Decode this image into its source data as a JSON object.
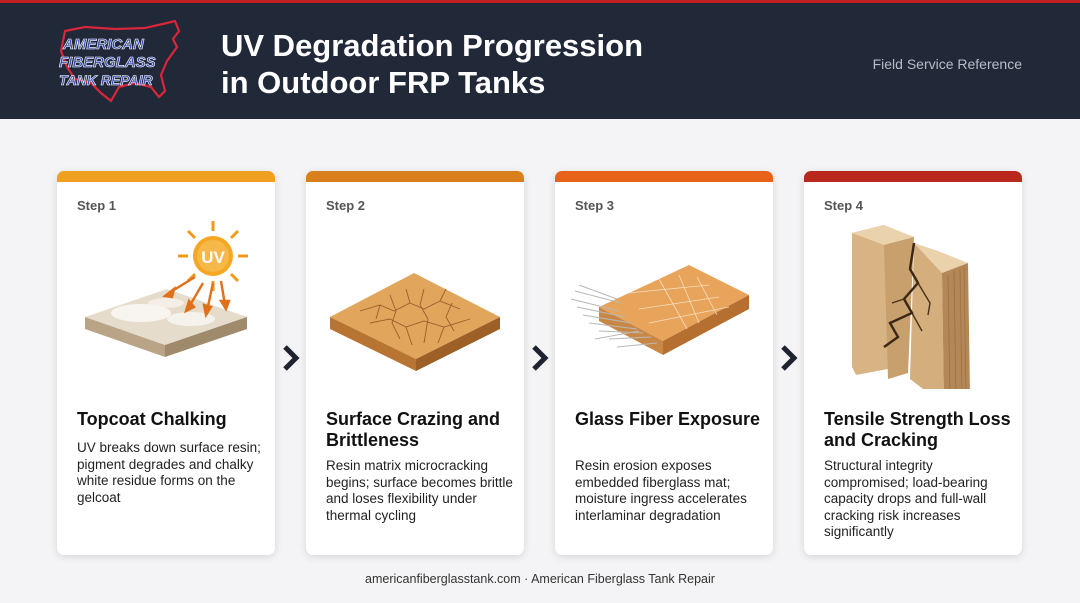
{
  "header": {
    "logo_text": [
      "AMERICAN",
      "FIBERGLASS",
      "TANK REPAIR"
    ],
    "title_line1": "UV Degradation Progression",
    "title_line2": "in Outdoor FRP Tanks",
    "reference": "Field Service Reference"
  },
  "colors": {
    "header_bg": "#212838",
    "accent_red": "#c0201e",
    "step_bars": [
      "#f0a020",
      "#d9801c",
      "#e8631a",
      "#b8281c"
    ]
  },
  "steps": [
    {
      "step": "Step 1",
      "title": "Topcoat Chalking",
      "description": "UV breaks down surface resin; pigment degrades and chalky white residue forms on the gelcoat",
      "illustration": "chalky-panel-with-uv-sun",
      "sun_label": "UV"
    },
    {
      "step": "Step 2",
      "title": "Surface Crazing and Brittleness",
      "description": "Resin matrix microcracking begins; surface becomes brittle and loses flexibility under thermal cycling",
      "illustration": "crazed-panel"
    },
    {
      "step": "Step 3",
      "title": "Glass Fiber Exposure",
      "description": "Resin erosion exposes embedded fiberglass mat; moisture ingress accelerates interlaminar degradation",
      "illustration": "panel-with-exposed-fibers"
    },
    {
      "step": "Step 4",
      "title": "Tensile Strength Loss and Cracking",
      "description": "Structural integrity compromised; load-bearing capacity drops and full-wall cracking risk increases significantly",
      "illustration": "cracked-laminate-block"
    }
  ],
  "footer": {
    "text": "americanfiberglasstank.com · American Fiberglass Tank Repair"
  }
}
